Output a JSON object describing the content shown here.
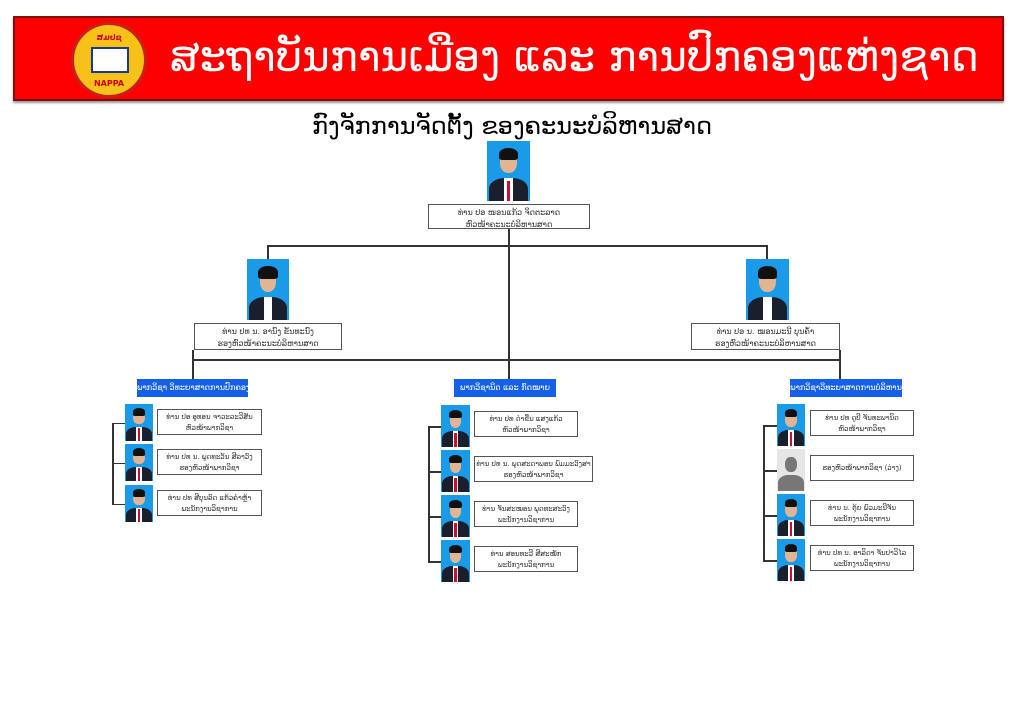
{
  "header": {
    "title": "ສະຖາບັນການເມືອງ ແລະ ການປົກຄອງແຫ່ງຊາດ",
    "logo_top": "ສມປຊ",
    "logo_bottom": "NAPPA"
  },
  "subtitle": "ກົງຈັກການຈັດຕັ້ງ ຂອງຄະນະບໍລິຫານສາດ",
  "dean": {
    "name": "ທ່ານ ປອ ໜອນແກ້ວ ຈິດຕະລາດ",
    "role": "ຫົວໜ້າຄະນະບໍລິຫານສາດ"
  },
  "deputies": [
    {
      "name": "ທ່ານ ປທ ນ. ອານົງ ຂັນທະນົງ",
      "role": "ຮອງຫົວໜ້າຄະນະບໍລິຫານສາດ"
    },
    {
      "name": "ທ່ານ ປອ ນ. ໝອນມະນີ ບຸນຄໍ້າ",
      "role": "ຮອງຫົວໜ້າຄະນະບໍລິຫານສາດ"
    }
  ],
  "departments": [
    {
      "title": "ພາກວິຊາ ວິທະຍາສາດການປົກຄອງ",
      "members": [
        {
          "name": "ທ່ານ ປອ ອູທອນ ຈາວະລະວີສັນ",
          "role": "ຫົວໜ້າພາກວິຊາ"
        },
        {
          "name": "ທ່ານ ປທ ນ. ພູດທະວັນ ສີລາວົງ",
          "role": "ຮອງຫົວໜ້າພາກວິຊາ"
        },
        {
          "name": "ທ່ານ ປທ ສີບຸນລົດ ແກ້ວຄໍາຫຼ້າ",
          "role": "ພະນັກງານວິຊາການ"
        }
      ]
    },
    {
      "title": "ພາກວິຊານິດ ແລະ ກົດໝາຍ",
      "members": [
        {
          "name": "ທ່ານ ປທ ດໍາຂື່ນ ແສງແກ້ວ",
          "role": "ຫົວໜ້າພາກວິຊາ"
        },
        {
          "name": "ທ່ານ ປທ ນ. ພຸດສະດາພອນ ພົມມະວົງສາ",
          "role": "ຮອງຫົວໜ້າພາກວິຊາ"
        },
        {
          "name": "ທ່ານ ຈັນສະໝອນ ພຸດທະສະວົງ",
          "role": "ພະນັກງານວິຊາການ"
        },
        {
          "name": "ທ່ານ ສອນທະວີ ສີສະໝັກ",
          "role": "ພະນັກງານວິຊາການ"
        }
      ]
    },
    {
      "title": "ພາກວິຊາວິທະຍາສາດການບໍລິຫານ",
      "members": [
        {
          "name": "ທ່ານ ປທ ດູບີ ຈັນທະພານິດ",
          "role": "ຫົວໜ້າພາກວິຊາ"
        },
        {
          "name": "",
          "role": "ຮອງຫົວໜ້າພາກວິຊາ (ວ່າງ)"
        },
        {
          "name": "ທ່ານ ນ. ຕຸ້ຍ ພົວມະນີຈັນ",
          "role": "ພະນັກງານວິຊາການ"
        },
        {
          "name": "ທ່ານ ປທ ນ. ອາລິດາ ຈັນປາວິໄລ",
          "role": "ພະນັກງານວິຊາການ"
        }
      ]
    }
  ],
  "colors": {
    "banner": "#ff0000",
    "dept": "#1560e8",
    "photo_bg": "#1a9bea"
  }
}
